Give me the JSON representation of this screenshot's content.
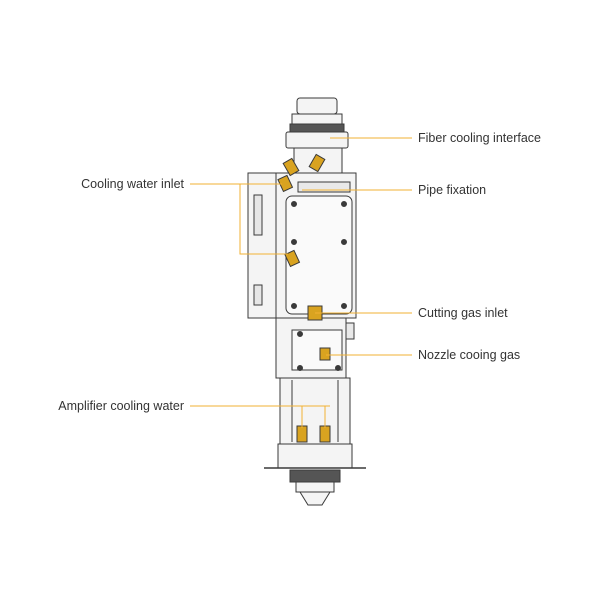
{
  "diagram": {
    "subject": "laser-cutting-head",
    "colors": {
      "leader": "#f2b233",
      "outline": "#3a3a3a",
      "fill": "#f4f4f4",
      "fitting": "#d9a320",
      "text": "#333333"
    },
    "callouts": [
      {
        "id": "fiber-cooling-interface",
        "label": "Fiber cooling interface",
        "side": "right"
      },
      {
        "id": "pipe-fixation",
        "label": "Pipe fixation",
        "side": "right"
      },
      {
        "id": "cutting-gas-inlet",
        "label": "Cutting gas inlet",
        "side": "right"
      },
      {
        "id": "nozzle-cooling-gas",
        "label": "Nozzle cooing gas",
        "side": "right"
      },
      {
        "id": "cooling-water-inlet",
        "label": "Cooling water inlet",
        "side": "left"
      },
      {
        "id": "amplifier-cooling-water",
        "label": "Amplifier cooling water",
        "side": "left"
      }
    ]
  }
}
